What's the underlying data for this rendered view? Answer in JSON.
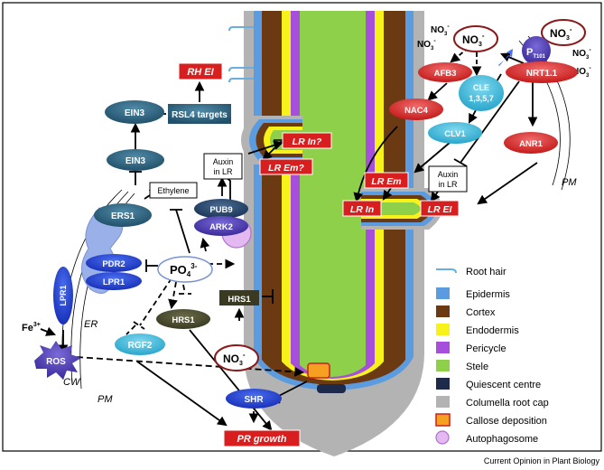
{
  "nodes": {
    "rh_ei": "RH EI",
    "rsl4": "RSL4 targets",
    "ein3_top": "EIN3",
    "ein3_mid": "EIN3",
    "ethylene": "Ethylene",
    "ers1": "ERS1",
    "pdr2": "PDR2",
    "lpr1_er": "LPR1",
    "lpr1_cw": "LPR1",
    "po4": "PO",
    "po4_sub": "4",
    "po4_sup": "3-",
    "pub9": "PUB9",
    "ark2": "ARK2",
    "hrs1_left": "HRS1",
    "hrs1_right": "HRS1",
    "no3_bottom": "NO",
    "no3_bottom_sub": "3",
    "no3_bottom_sup": "-",
    "rgf2": "RGF2",
    "ros": "ROS",
    "fe": "Fe",
    "fe_sup": "3+",
    "shr": "SHR",
    "pr_growth": "PR growth",
    "auxin_left_1": "Auxin",
    "auxin_left_2": "in LR",
    "lr_in_q": "LR In?",
    "lr_em_q": "LR Em?",
    "no3_top": "NO",
    "no3_top_sub": "3",
    "no3_top_sup": "-",
    "no3_tr": "NO",
    "no3_tr_sub": "3",
    "no3_tr_sup": "-",
    "ext_no3_1": "NO",
    "ext_no3_1_sub": "3",
    "ext_no3_1_sup": "-",
    "ext_no3_2": "NO",
    "ext_no3_2_sub": "3",
    "ext_no3_2_sup": "-",
    "ext_no3_3": "NO",
    "ext_no3_3_sub": "3",
    "ext_no3_3_sup": "-",
    "ext_no3_4": "NO",
    "ext_no3_4_sub": "3",
    "ext_no3_4_sup": "-",
    "afb3": "AFB3",
    "cle_1": "CLE",
    "cle_2": "1,3,5,7",
    "nac4": "NAC4",
    "clv1": "CLV1",
    "pt": "P",
    "pt_sub": "T101",
    "nrt": "NRT1.1",
    "anr1": "ANR1",
    "auxin_right_1": "Auxin",
    "auxin_right_2": "in LR",
    "lr_em": "LR Em",
    "lr_in": "LR In",
    "lr_ei": "LR EI"
  },
  "labels": {
    "er": "ER",
    "cw": "CW",
    "pm_left": "PM",
    "pm_right": "PM"
  },
  "legend": [
    {
      "label": "Root hair",
      "color": "#6aaee0"
    },
    {
      "label": "Epidermis",
      "color": "#5b9be0"
    },
    {
      "label": "Cortex",
      "color": "#6b3a12"
    },
    {
      "label": "Endodermis",
      "color": "#f7f21a"
    },
    {
      "label": "Pericycle",
      "color": "#a64fdc"
    },
    {
      "label": "Stele",
      "color": "#8ed04a"
    },
    {
      "label": "Quiescent centre",
      "color": "#1e2a4a"
    },
    {
      "label": "Columella root cap",
      "color": "#b3b3b3"
    },
    {
      "label": "Callose deposition",
      "color": "#f5a020"
    },
    {
      "label": "Autophagosome",
      "color": "#e4b8f0"
    }
  ],
  "credit": "Current Opinion in Plant Biology"
}
